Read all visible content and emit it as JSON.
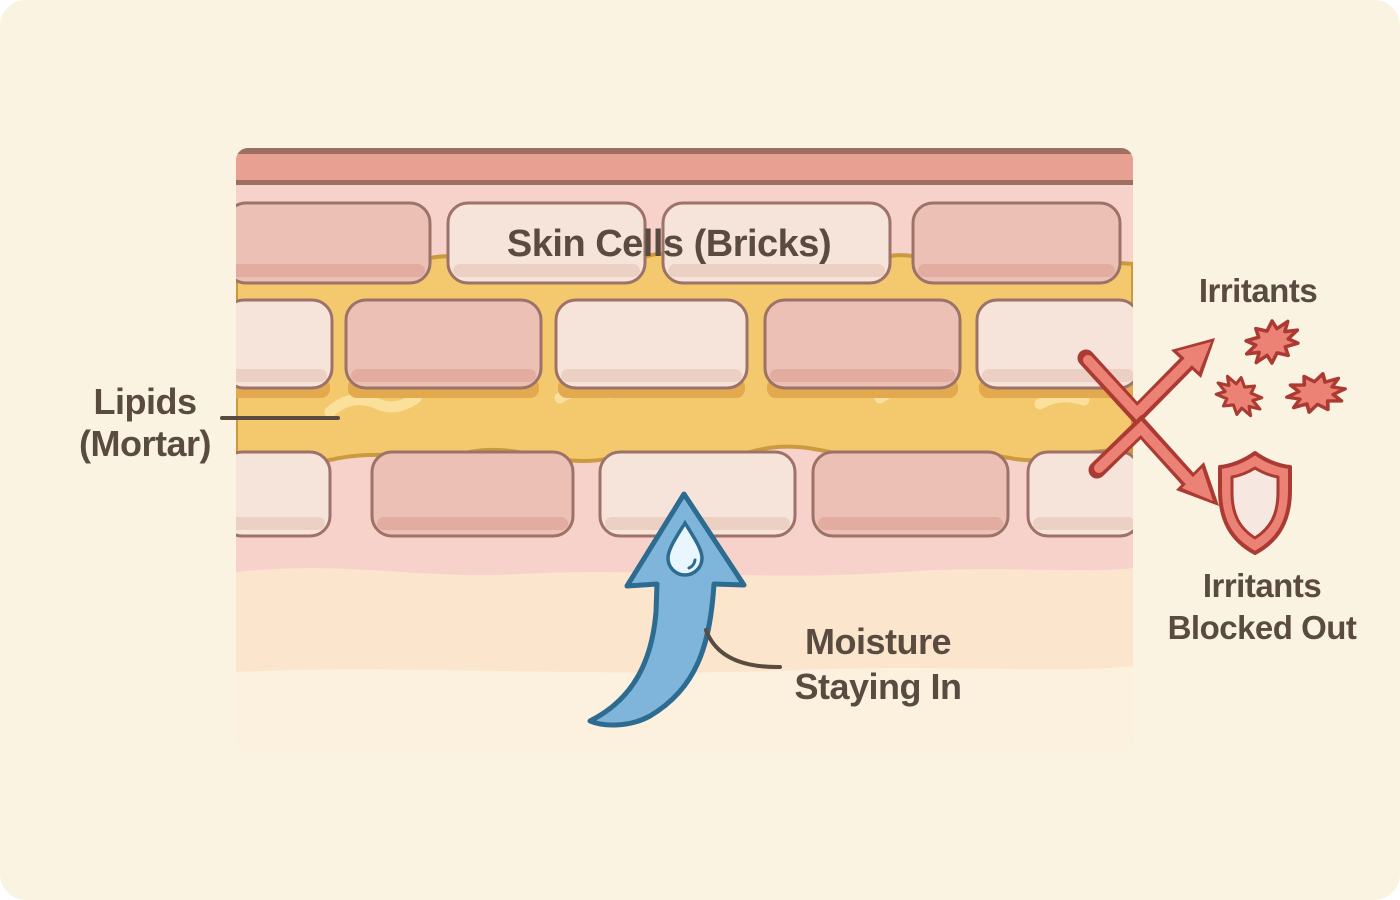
{
  "diagram": {
    "labels": {
      "skin_cells": "Skin Cells (Bricks)",
      "lipids": [
        "Lipids",
        "(Mortar)"
      ],
      "moisture": [
        "Moisture",
        "Staying In"
      ],
      "irritants": "Irritants",
      "irritants_blocked": [
        "Irritants",
        "Blocked Out"
      ]
    },
    "icons": {
      "moisture_arrow": "curved-up-arrow",
      "water_droplet": "water-droplet",
      "irritant_particles": "spiky-irritant-blobs",
      "deflect_arrows": "bounce-deflection-arrows",
      "shield": "protective-shield-outline"
    },
    "colors": {
      "canvas_bg": "#FAF3E1",
      "band_salmon": "#E8A092",
      "band_line": "#9C6F60",
      "skin_pink_bg": "#F6D2CA",
      "skin_peach_bg": "#FBE5CC",
      "skin_peach_light": "#FCF0DE",
      "brick_pink": "#ECC0B5",
      "brick_pink_shadow": "#E2ACA0",
      "brick_light": "#F6E4DA",
      "brick_light_shadow": "#ECD0C3",
      "brick_outline": "#9D7268",
      "lipid_gold": "#F4C86D",
      "lipid_gold_dark": "#E2A94F",
      "lipid_outline": "#CC9A3E",
      "lipid_highlight": "#FAE09A",
      "moisture_blue": "#7FB5DA",
      "moisture_outline": "#2D6B91",
      "droplet_fill": "#E9F6FD",
      "irritant_red": "#EC8175",
      "irritant_outline": "#AB3A33",
      "shield_inner": "#F6E8E1",
      "text_brown": "#5A4B41"
    }
  }
}
